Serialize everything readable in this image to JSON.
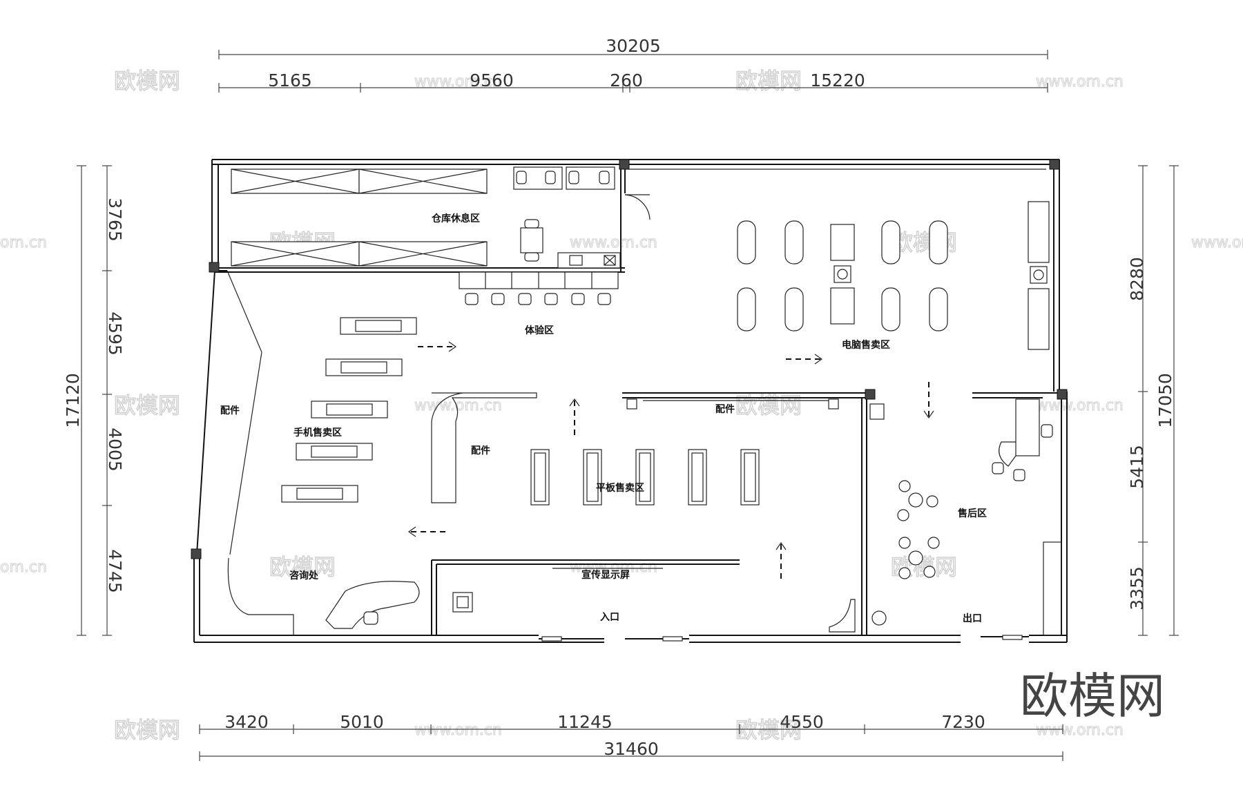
{
  "dimensions": {
    "top_total": "30205",
    "top_segments": [
      "5165",
      "9560",
      "260",
      "15220"
    ],
    "bottom_segments": [
      "3420",
      "5010",
      "11245",
      "4550",
      "7230"
    ],
    "bottom_total": "31460",
    "left_total": "17120",
    "left_segments": [
      "3765",
      "4595",
      "4005",
      "4745"
    ],
    "right_total": "17050",
    "right_segments": [
      "8280",
      "5415",
      "3355"
    ]
  },
  "rooms": {
    "warehouse_rest": "仓库休息区",
    "experience": "体验区",
    "computer_sales": "电脑售卖区",
    "accessories_left": "配件",
    "phone_sales": "手机售卖区",
    "accessories_mid": "配件",
    "accessories_top": "配件",
    "tablet_sales": "平板售卖区",
    "after_sales": "售后区",
    "consultation": "咨询处",
    "promo_screen": "宣传显示屏",
    "entrance": "入口",
    "exit": "出口"
  },
  "watermark": {
    "brand": "欧模网",
    "url": "www.om.cn",
    "url_partial": "om.cn"
  },
  "logo": "欧模网",
  "colors": {
    "background": "#ffffff",
    "line": "#111111",
    "column": "#444444",
    "watermark": "#cfcfcf"
  }
}
